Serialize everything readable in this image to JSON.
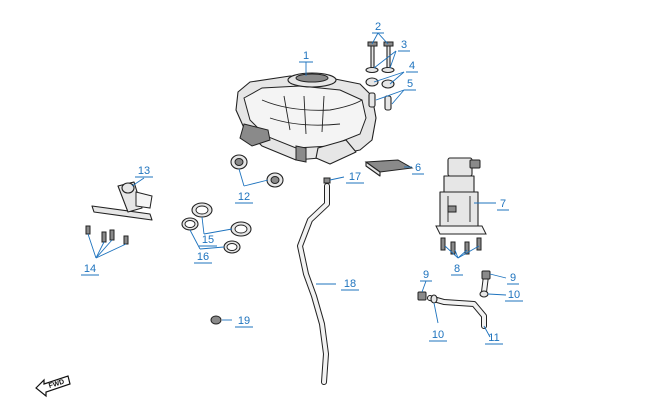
{
  "diagram": {
    "fwd_label": "FWD",
    "callouts": [
      {
        "id": "c1",
        "label": "1"
      },
      {
        "id": "c2",
        "label": "2"
      },
      {
        "id": "c3",
        "label": "3"
      },
      {
        "id": "c4",
        "label": "4"
      },
      {
        "id": "c5",
        "label": "5"
      },
      {
        "id": "c6",
        "label": "6"
      },
      {
        "id": "c7",
        "label": "7"
      },
      {
        "id": "c8",
        "label": "8"
      },
      {
        "id": "c9a",
        "label": "9"
      },
      {
        "id": "c9b",
        "label": "9"
      },
      {
        "id": "c10a",
        "label": "10"
      },
      {
        "id": "c10b",
        "label": "10"
      },
      {
        "id": "c11",
        "label": "11"
      },
      {
        "id": "c12",
        "label": "12"
      },
      {
        "id": "c13",
        "label": "13"
      },
      {
        "id": "c14",
        "label": "14"
      },
      {
        "id": "c15",
        "label": "15"
      },
      {
        "id": "c16",
        "label": "16"
      },
      {
        "id": "c17",
        "label": "17"
      },
      {
        "id": "c18",
        "label": "18"
      },
      {
        "id": "c19",
        "label": "19"
      }
    ],
    "accent_color": "#1e73be"
  }
}
